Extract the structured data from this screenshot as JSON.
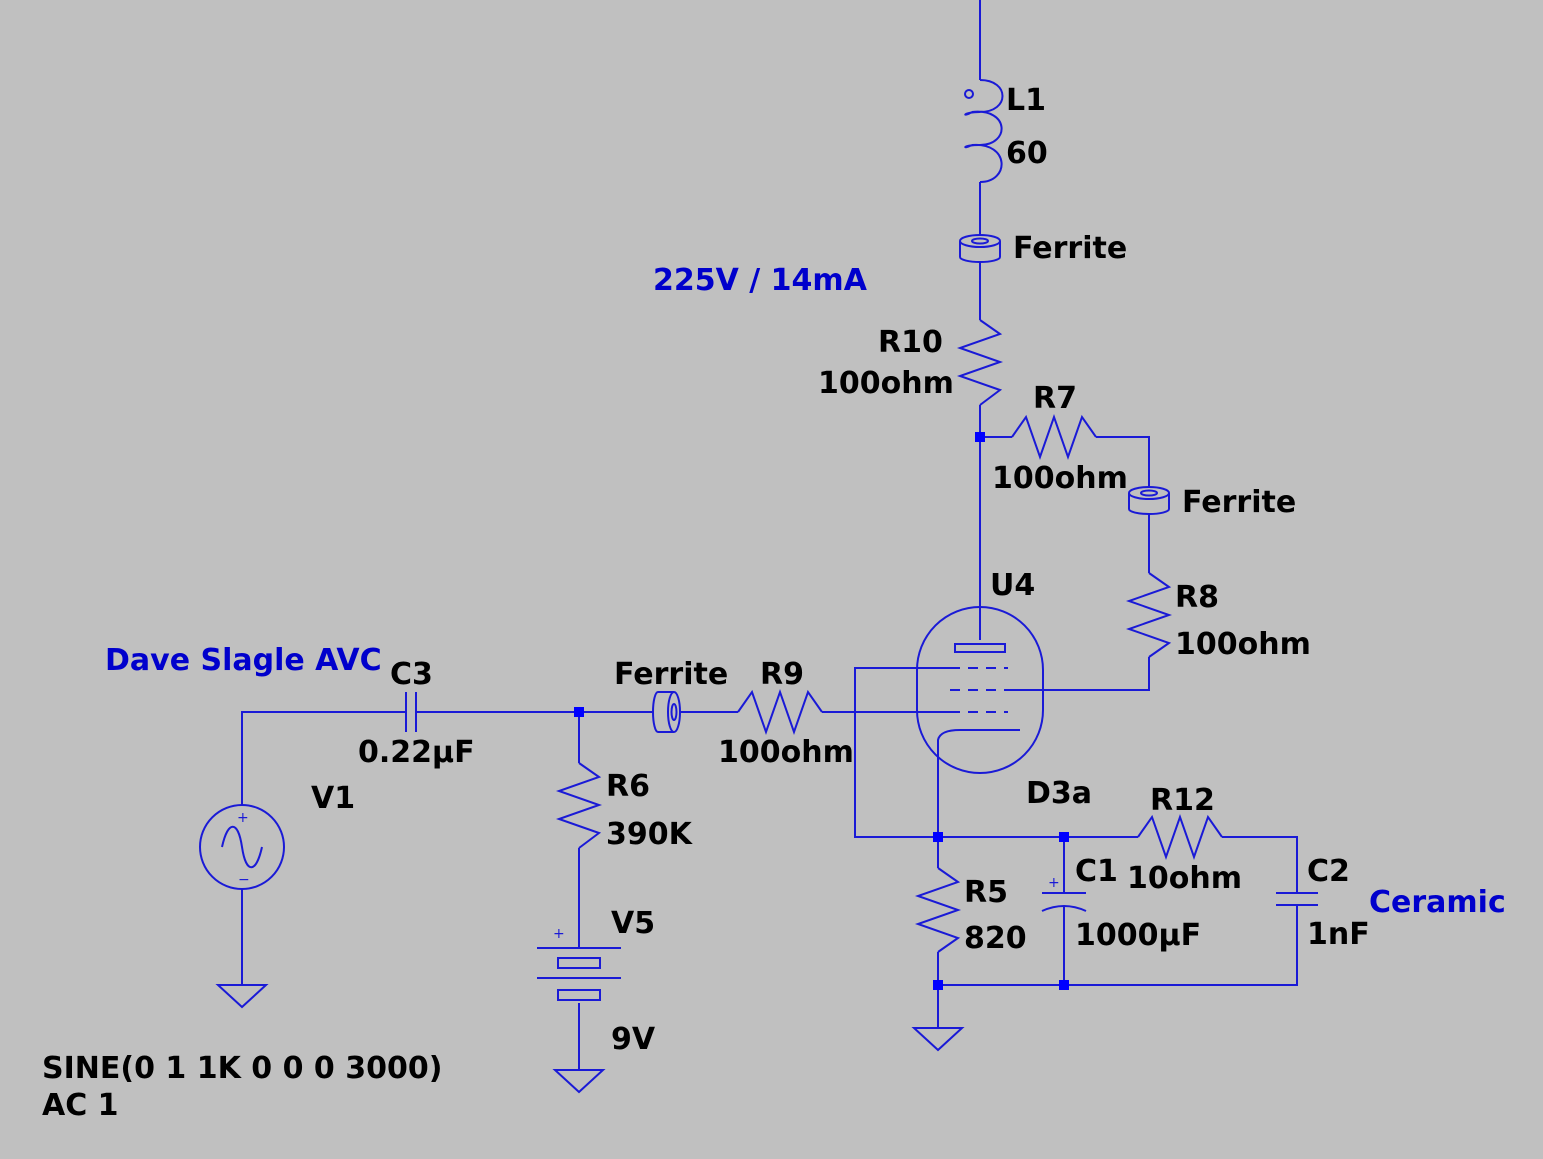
{
  "title_note": "Dave Slagle AVC",
  "supply_note": "225V / 14mA",
  "ceramic_note": "Ceramic",
  "components": {
    "L1": {
      "ref": "L1",
      "value": "60"
    },
    "FB1": {
      "value": "Ferrite"
    },
    "FB2": {
      "value": "Ferrite"
    },
    "FB3": {
      "value": "Ferrite"
    },
    "R10": {
      "ref": "R10",
      "value": "100ohm"
    },
    "R7": {
      "ref": "R7",
      "value": "100ohm"
    },
    "R8": {
      "ref": "R8",
      "value": "100ohm"
    },
    "R9": {
      "ref": "R9",
      "value": "100ohm"
    },
    "R6": {
      "ref": "R6",
      "value": "390K"
    },
    "R5": {
      "ref": "R5",
      "value": "820"
    },
    "R12": {
      "ref": "R12",
      "value": "10ohm"
    },
    "C3": {
      "ref": "C3",
      "value": "0.22µF"
    },
    "C1": {
      "ref": "C1",
      "value": "1000µF"
    },
    "C2": {
      "ref": "C2",
      "value": "1nF"
    },
    "U4": {
      "ref": "U4",
      "value": "D3a"
    },
    "V1": {
      "ref": "V1",
      "line1": "SINE(0 1 1K 0 0 0 3000)",
      "line2": "AC 1"
    },
    "V5": {
      "ref": "V5",
      "value": "9V"
    }
  },
  "colors": {
    "background": "#c0c0c0",
    "wire": "#1a1ad6",
    "label": "#000000",
    "note": "#0000cc"
  }
}
